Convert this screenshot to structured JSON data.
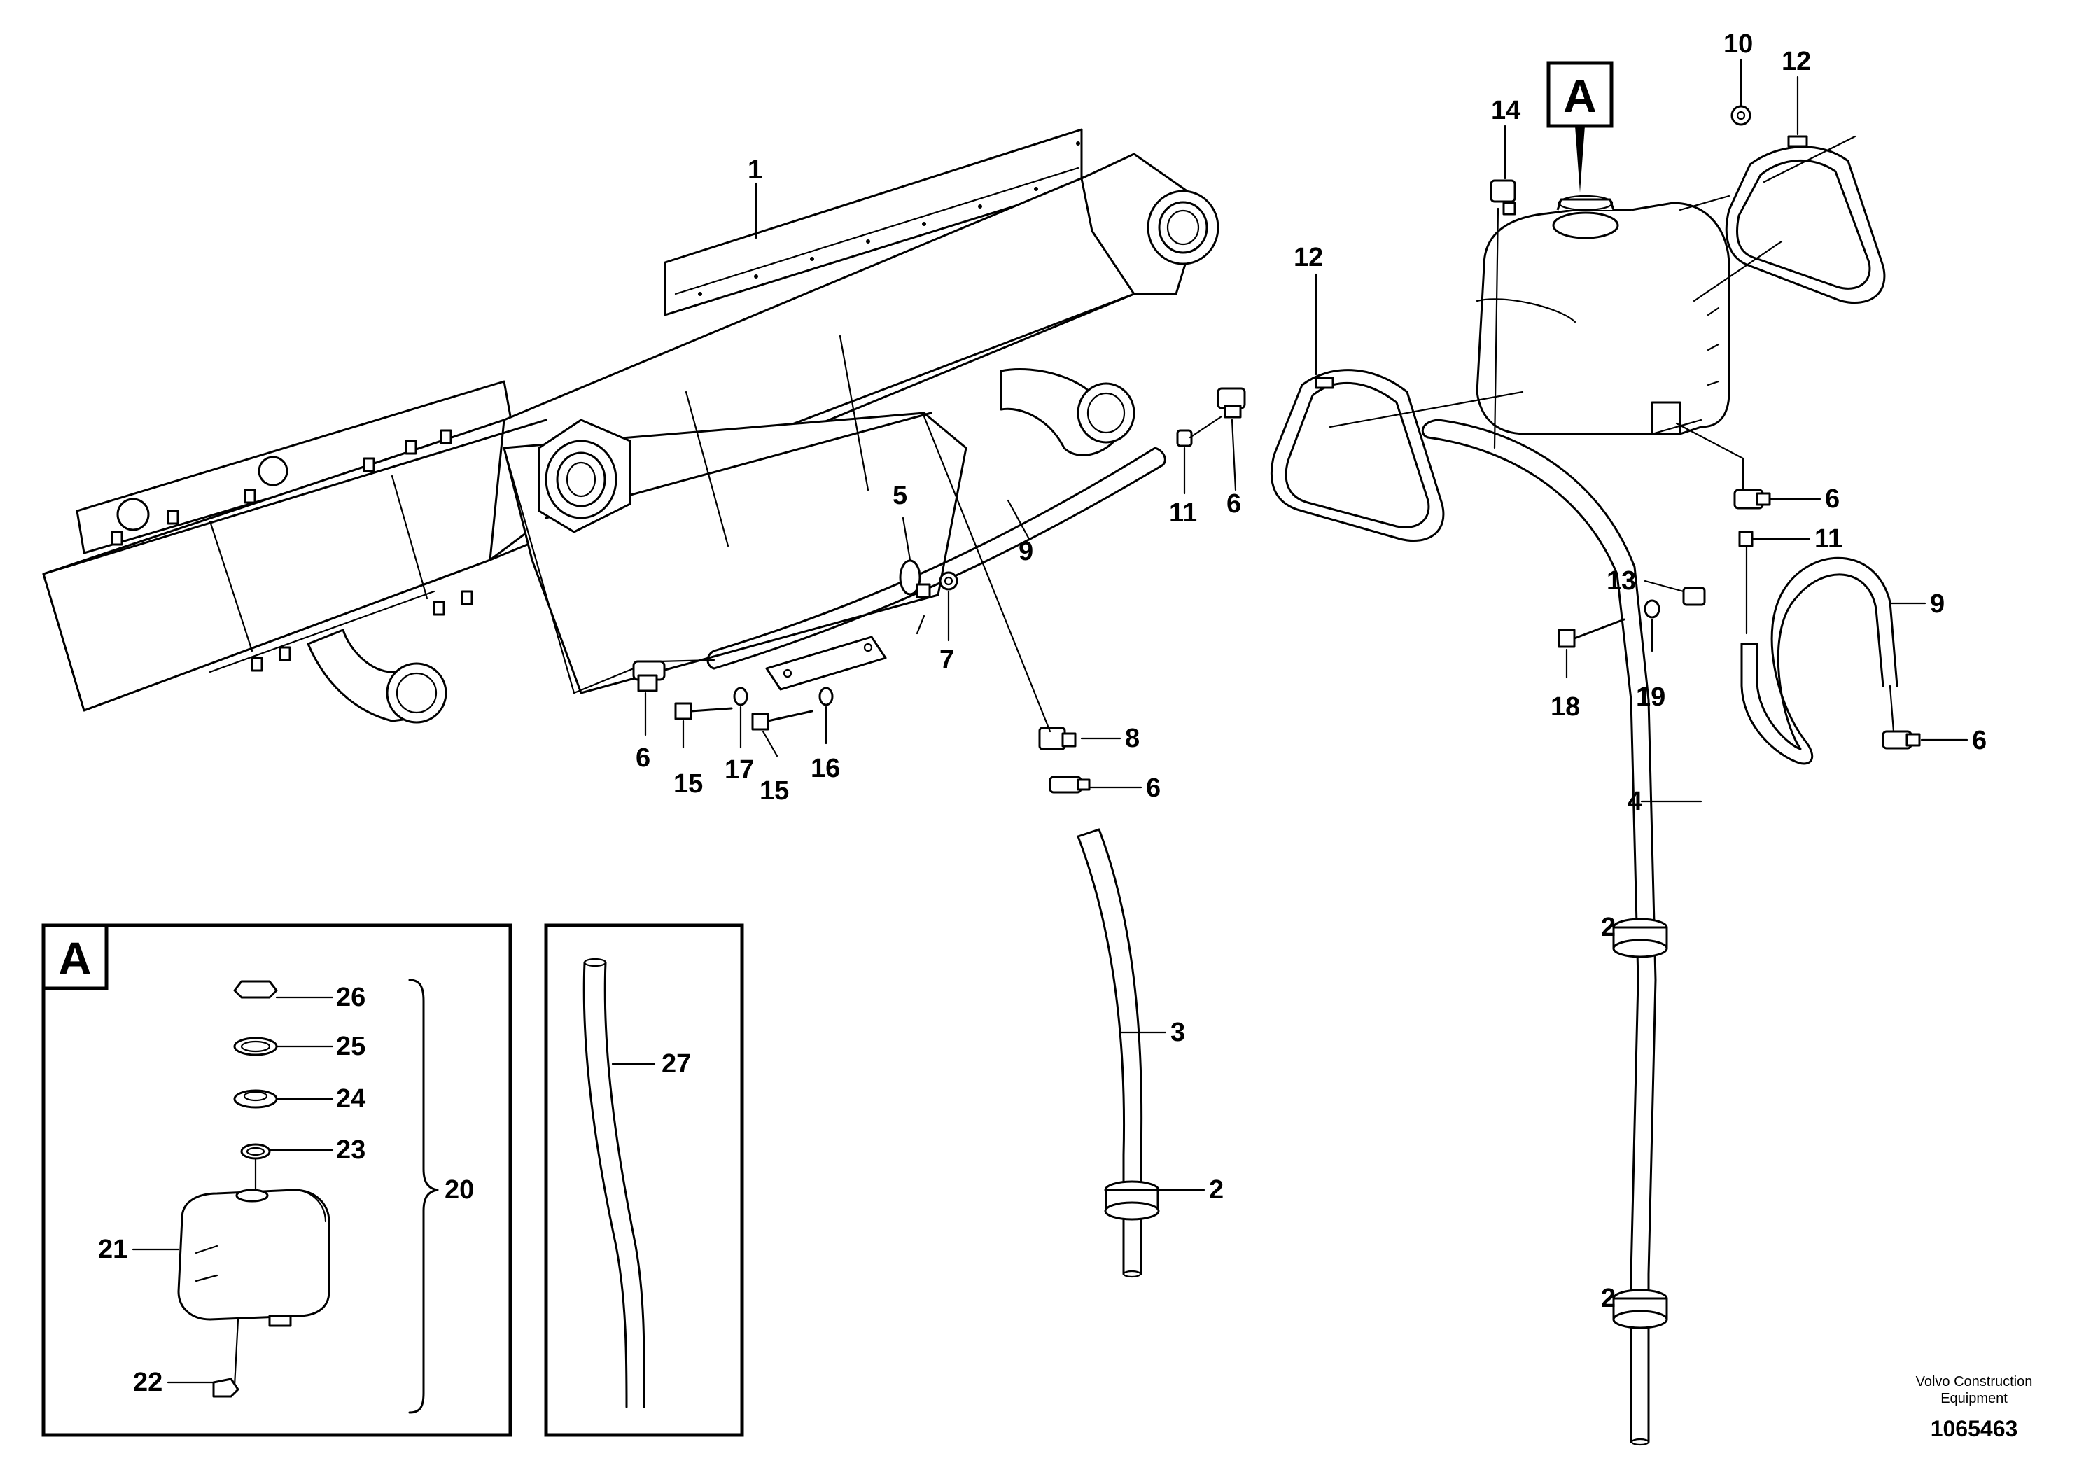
{
  "view_label": "A",
  "detail_label": "A",
  "callouts": {
    "c1": "1",
    "c2a": "2",
    "c2b": "2",
    "c2c": "2",
    "c3": "3",
    "c4": "4",
    "c5": "5",
    "c6a": "6",
    "c6b": "6",
    "c6c": "6",
    "c6d": "6",
    "c6e": "6",
    "c7": "7",
    "c8": "8",
    "c9a": "9",
    "c9b": "9",
    "c10": "10",
    "c11a": "11",
    "c11b": "11",
    "c12a": "12",
    "c12b": "12",
    "c13": "13",
    "c14": "14",
    "c15a": "15",
    "c15b": "15",
    "c16": "16",
    "c17": "17",
    "c18": "18",
    "c19": "19",
    "c20": "20",
    "c21": "21",
    "c22": "22",
    "c23": "23",
    "c24": "24",
    "c25": "25",
    "c26": "26",
    "c27": "27"
  },
  "brand_line1": "Volvo Construction",
  "brand_line2": "Equipment",
  "doc_number": "1065463"
}
